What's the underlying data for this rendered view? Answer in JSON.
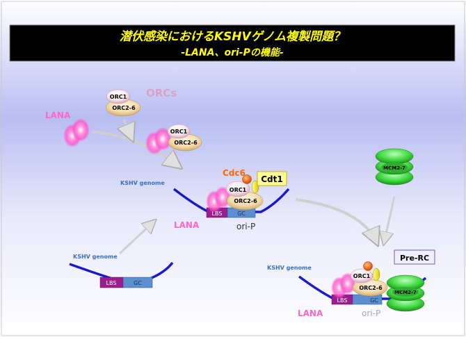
{
  "title": {
    "main": "潜伏感染におけるKSHVゲノム複製問題？",
    "sub": "-LANA、ori-Pの機能-"
  },
  "labels": {
    "orcs": "ORCs",
    "lana": "LANA",
    "orc1": "ORC1",
    "orc26": "ORC2-6",
    "cdc6": "Cdc6",
    "cdt1": "Cdt1",
    "kshv_genome": "KSHV genome",
    "lbs": "LBS",
    "gc": "GC",
    "orip": "ori-P",
    "mcm": "MCM2-7",
    "prerc": "Pre-RC"
  },
  "colors": {
    "title_text": "#ffff00",
    "lana_pink": "#ff66cc",
    "cdc6_orange": "#ff6600",
    "cdt1_yellow": "#ffee00",
    "dna_blue": "#1a1acc",
    "lbs_purple": "#9b1e8c",
    "gc_blue": "#5b8fcf",
    "mcm_green": "#3fd93f"
  }
}
